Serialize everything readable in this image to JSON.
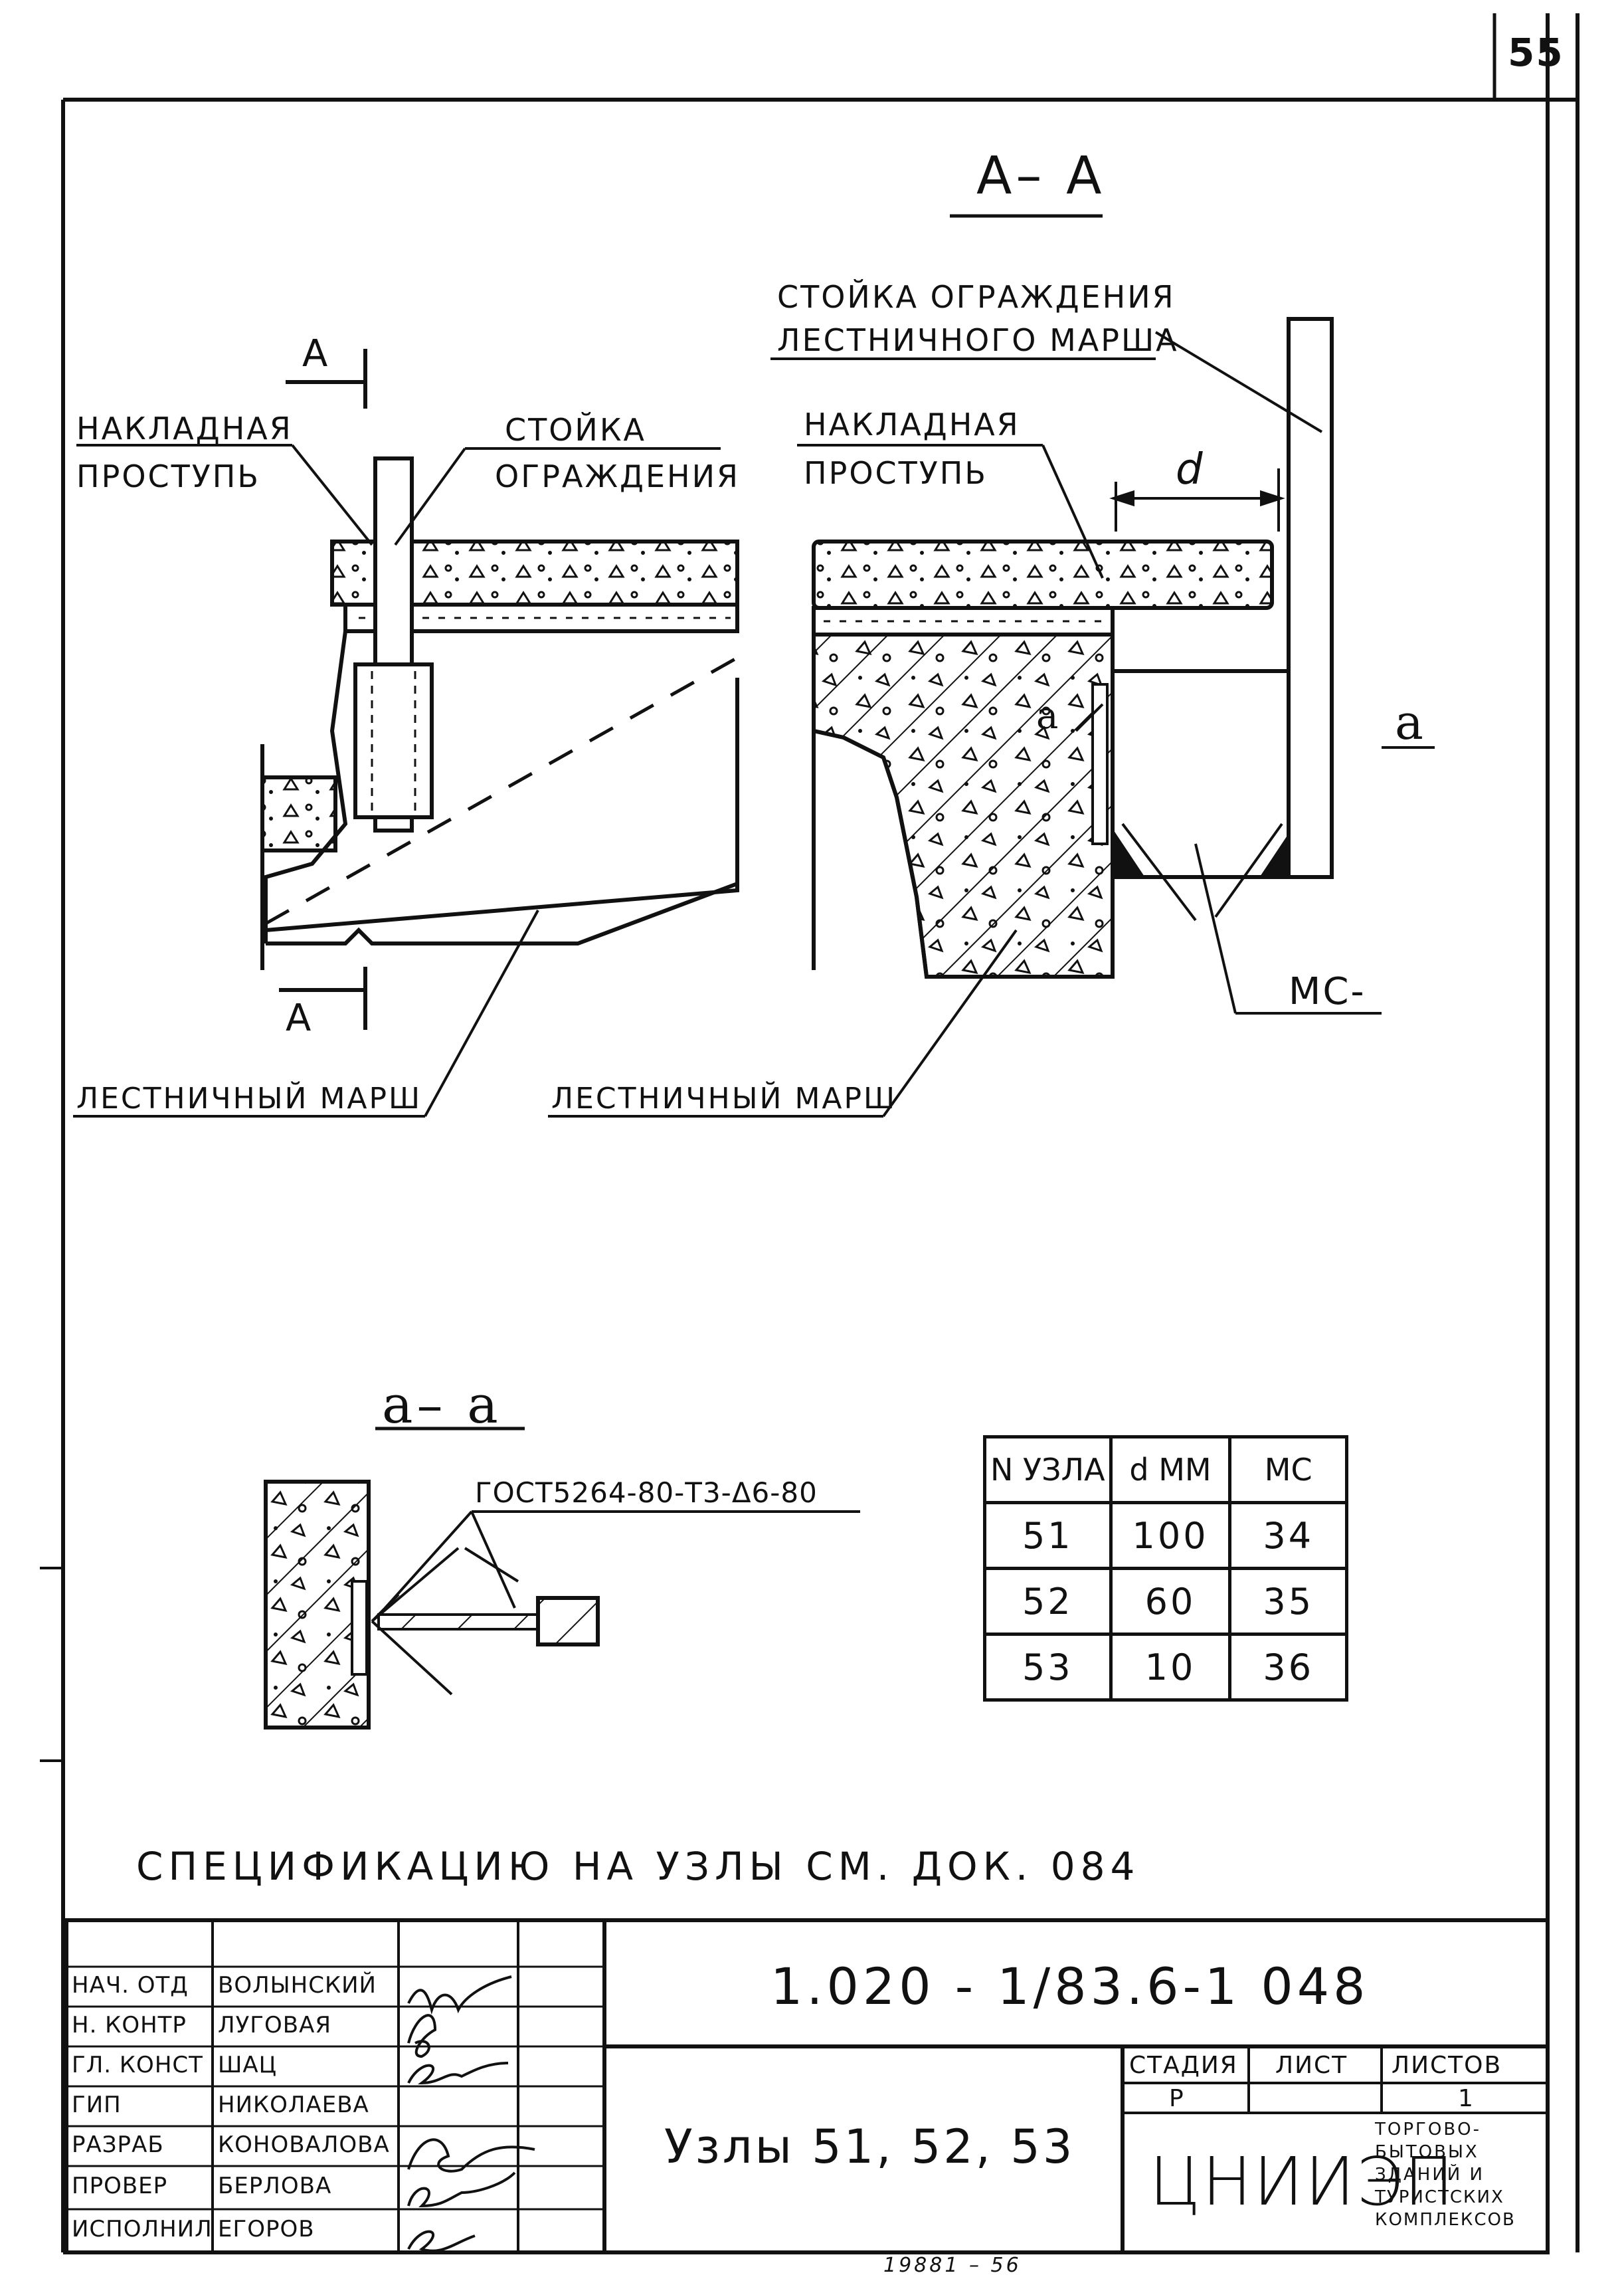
{
  "page_number": "55",
  "section_aa_title": "А– А",
  "section_a_mark": "А",
  "section_a_mark_bottom": "А",
  "labels": {
    "railing_post_stair": [
      "СТОЙКА ОГРАЖДЕНИЯ",
      "ЛЕСТНИЧНОГО МАРША"
    ],
    "overlay_tread_left": [
      "НАКЛАДНАЯ",
      "ПРОСТУПЬ"
    ],
    "railing_post_left": [
      "СТОЙКА",
      "ОГРАЖДЕНИЯ"
    ],
    "overlay_tread_right": [
      "НАКЛАДНАЯ",
      "ПРОСТУПЬ"
    ],
    "dim_d": "d",
    "node_a": "а",
    "node_a_small": "а",
    "mc": "МС-",
    "stair_flight_left": "ЛЕСТНИЧНЫЙ МАРШ",
    "stair_flight_right": "ЛЕСТНИЧНЫЙ МАРШ"
  },
  "section_a_a": {
    "title": "а– а",
    "weld_note": "ГОСТ5264-80-Т3-Δ6-80"
  },
  "spec_table": {
    "headers": [
      "N УЗЛА",
      "d ММ",
      "МС"
    ],
    "rows": [
      [
        "51",
        "100",
        "34"
      ],
      [
        "52",
        "60",
        "35"
      ],
      [
        "53",
        "10",
        "36"
      ]
    ]
  },
  "spec_note": "СПЕЦИФИКАЦИЮ НА УЗЛЫ СМ. ДОК. 084",
  "title_block": {
    "doc_code": "1.020 - 1/83.6-1 048",
    "sheet_title": "Узлы 51, 52, 53",
    "stage_header": "СТАДИЯ",
    "sheet_header": "ЛИСТ",
    "sheets_header": "ЛИСТОВ",
    "stage_value": "Р",
    "sheet_value": "",
    "sheets_value": "1",
    "org_name": "ЦНИИЭП",
    "org_desc": [
      "ТОРГОВО-",
      "БЫТОВЫХ",
      "ЗДАНИЙ И",
      "ТУРИСТСКИХ",
      "КОМПЛЕКСОВ"
    ],
    "signers": [
      {
        "role": "НАЧ. ОТД",
        "name": "ВОЛЫНСКИЙ"
      },
      {
        "role": "Н. КОНТР",
        "name": "ЛУГОВАЯ"
      },
      {
        "role": "ГЛ. КОНСТ",
        "name": "ШАЦ"
      },
      {
        "role": "ГИП",
        "name": "НИКОЛАЕВА"
      },
      {
        "role": "РАЗРАБ",
        "name": "КОНОВАЛОВА"
      },
      {
        "role": "ПРОВЕР",
        "name": "БЕРЛОВА"
      },
      {
        "role": "ИСПОЛНИЛ",
        "name": "ЕГОРОВ"
      }
    ]
  },
  "bottom_stamp": "19881 – 56"
}
